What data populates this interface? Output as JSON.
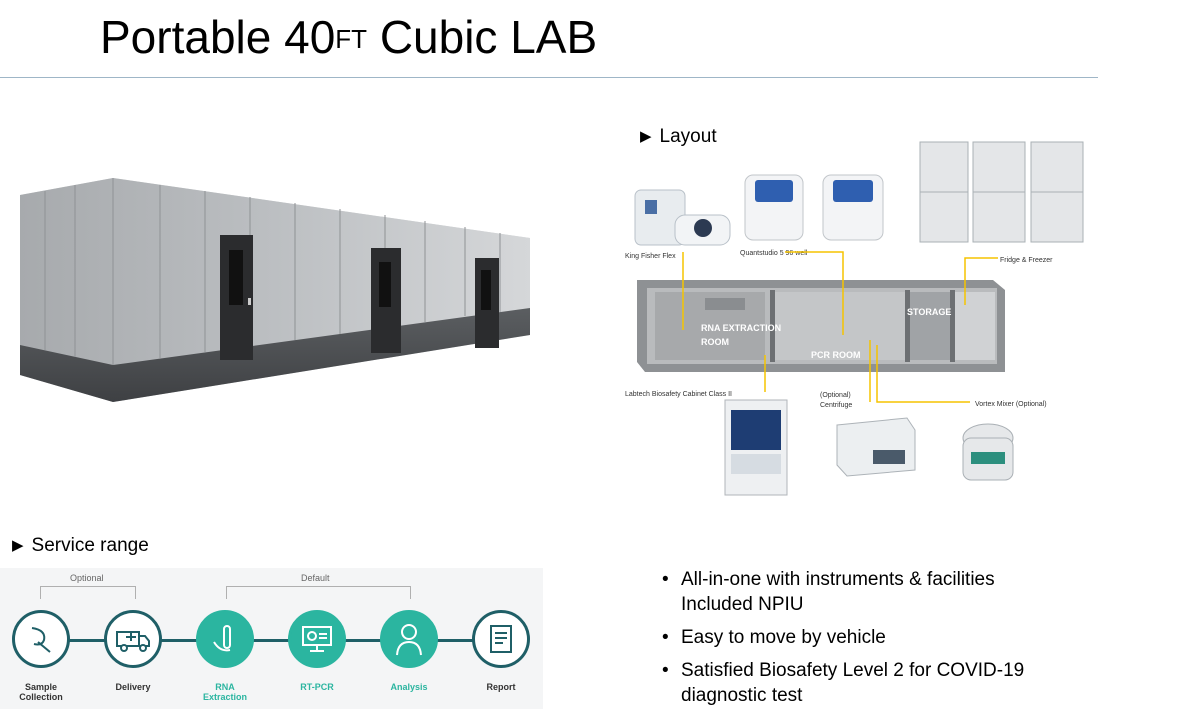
{
  "title": {
    "main": "Portable 40",
    "superscript": "FT",
    "suffix": " Cubic LAB"
  },
  "layout": {
    "label": "Layout",
    "instruments": {
      "king_fisher": "King Fisher Flex",
      "quantstudio": "Quantstudio 5 96 well",
      "fridge": "Fridge & Freezer",
      "biosafety": "Labtech Biosafety Cabinet Class II",
      "centrifuge_opt": "(Optional)",
      "centrifuge": "Centrifuge",
      "vortex": "Vortex Mixer (Optional)"
    },
    "rooms": {
      "rna_1": "RNA EXTRACTION",
      "rna_2": "ROOM",
      "pcr": "PCR ROOM",
      "storage": "STORAGE"
    }
  },
  "service": {
    "label": "Service range",
    "optional": "Optional",
    "default": "Default",
    "steps": [
      {
        "label1": "Sample",
        "label2": "Collection",
        "icon": "swab-icon"
      },
      {
        "label1": "Delivery",
        "label2": "",
        "icon": "ambulance-icon"
      },
      {
        "label1": "RNA",
        "label2": "Extraction",
        "icon": "test-tube-icon"
      },
      {
        "label1": "RT-PCR",
        "label2": "",
        "icon": "monitor-icon"
      },
      {
        "label1": "Analysis",
        "label2": "",
        "icon": "doctor-icon"
      },
      {
        "label1": "Report",
        "label2": "",
        "icon": "report-icon"
      }
    ]
  },
  "bullets": [
    {
      "line1": "All-in-one with instruments & facilities",
      "line2": "Included NPIU"
    },
    {
      "line1": "Easy to move by vehicle",
      "line2": ""
    },
    {
      "line1": "Satisfied Biosafety Level 2 for COVID-19",
      "line2": "diagnostic test"
    }
  ]
}
